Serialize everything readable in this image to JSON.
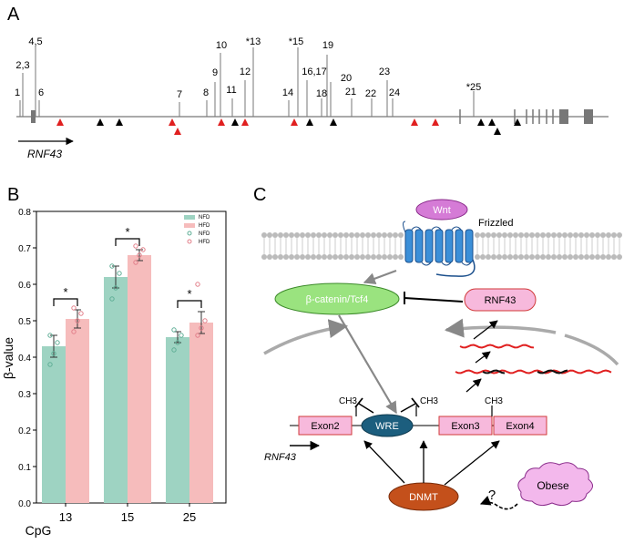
{
  "panels": {
    "a": "A",
    "b": "B",
    "c": "C"
  },
  "gene": {
    "name": "RNF43",
    "cpg_labels": [
      "1",
      "2,3",
      "4,5",
      "6",
      "7",
      "8",
      "9",
      "10",
      "11",
      "*13",
      "12",
      "14",
      "*15",
      "16,17",
      "18",
      "19",
      "20",
      "21",
      "22",
      "23",
      "24",
      "*25"
    ],
    "arrow_label": "RNF43"
  },
  "chart_data": {
    "type": "bar",
    "categories": [
      "13",
      "15",
      "25"
    ],
    "xlabel": "CpG",
    "ylabel": "β-value",
    "ylim": [
      0.0,
      0.8
    ],
    "yticks": [
      "0.0",
      "0.1",
      "0.2",
      "0.3",
      "0.4",
      "0.5",
      "0.6",
      "0.7",
      "0.8"
    ],
    "series": [
      {
        "name": "NFD",
        "color": "#9ed3c2",
        "values": [
          0.43,
          0.62,
          0.455
        ],
        "errors": [
          0.03,
          0.03,
          0.015
        ],
        "points": [
          [
            0.38,
            0.41,
            0.44,
            0.46
          ],
          [
            0.56,
            0.59,
            0.63,
            0.65
          ],
          [
            0.42,
            0.44,
            0.46,
            0.475
          ]
        ]
      },
      {
        "name": "HFD",
        "color": "#f6bcbc",
        "values": [
          0.505,
          0.68,
          0.495
        ],
        "errors": [
          0.025,
          0.015,
          0.03
        ],
        "points": [
          [
            0.47,
            0.5,
            0.52,
            0.535
          ],
          [
            0.66,
            0.68,
            0.695,
            0.705
          ],
          [
            0.46,
            0.48,
            0.5,
            0.6
          ]
        ]
      }
    ],
    "significance": [
      "*",
      "*",
      "*"
    ],
    "legend": [
      "NFD",
      "HFD",
      "NFD",
      "HFD"
    ],
    "legend_position": "top-right",
    "grid": false
  },
  "pathway": {
    "wnt": "Wnt",
    "frizzled": "Frizzled",
    "beta_catenin": "β-catenin/Tcf4",
    "rnf43": "RNF43",
    "exon2": "Exon2",
    "wre": "WRE",
    "exon3": "Exon3",
    "exon4": "Exon4",
    "ch3": "CH3",
    "dnmt": "DNMT",
    "obese": "Obese",
    "question": "?",
    "gene_label": "RNF43"
  }
}
